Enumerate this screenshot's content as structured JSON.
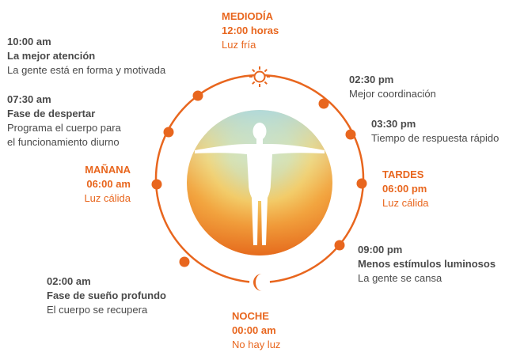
{
  "colors": {
    "accent": "#e8661e",
    "text": "#4a4a4a"
  },
  "icons": {
    "top": "sun-icon",
    "bottom": "crescent-moon-icon",
    "center": "human-figure"
  },
  "noon": {
    "title": "MEDIODÍA",
    "time": "12:00 horas",
    "desc": "Luz fría"
  },
  "t1000": {
    "time": "10:00 am",
    "title": "La mejor atención",
    "desc": "La gente está en forma y motivada"
  },
  "t0730": {
    "time": "07:30 am",
    "title": "Fase de despertar",
    "desc1": "Programa el cuerpo para",
    "desc2": "el funcionamiento diurno"
  },
  "morning": {
    "title": "MAÑANA",
    "time": "06:00 am",
    "desc": "Luz cálida"
  },
  "t0200": {
    "time": "02:00 am",
    "title": "Fase de sueño profundo",
    "desc": "El cuerpo se recupera"
  },
  "night": {
    "title": "NOCHE",
    "time": "00:00 am",
    "desc": "No hay luz"
  },
  "t0230": {
    "time": "02:30 pm",
    "desc": "Mejor coordinación"
  },
  "t0330": {
    "time": "03:30 pm",
    "desc": "Tiempo de respuesta rápido"
  },
  "afternoon": {
    "title": "TARDES",
    "time": "06:00 pm",
    "desc": "Luz cálida"
  },
  "t0900": {
    "time": "09:00 pm",
    "title": "Menos estímulos luminosos",
    "desc": "La gente se cansa"
  }
}
